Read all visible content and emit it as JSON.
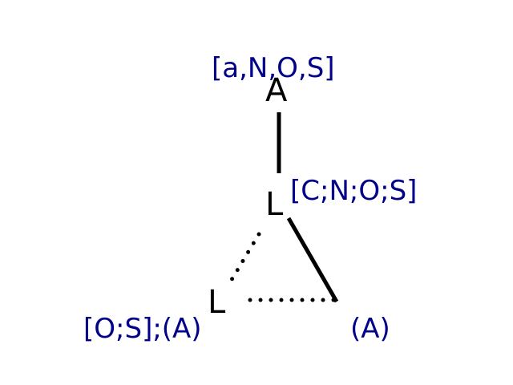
{
  "diagram": {
    "nodes": [
      {
        "id": "n1",
        "symbol": "A",
        "tag": "[a,N,O,S]"
      },
      {
        "id": "n2",
        "symbol": "L",
        "tag": "[C;N;O;S]"
      },
      {
        "id": "n3",
        "symbol": "L",
        "tag": "[O;S];(A)"
      },
      {
        "id": "n4",
        "symbol": "",
        "tag": "(A)"
      }
    ],
    "edges": [
      {
        "from": "n1",
        "to": "n2",
        "style": "solid"
      },
      {
        "from": "n2",
        "to": "n4",
        "style": "solid"
      },
      {
        "from": "n2",
        "to": "n3",
        "style": "dotted"
      },
      {
        "from": "n3",
        "to": "n4",
        "style": "dotted"
      }
    ],
    "colors": {
      "atom": "#000000",
      "tag": "#00008b",
      "bond": "#000000",
      "background": "#ffffff"
    }
  }
}
